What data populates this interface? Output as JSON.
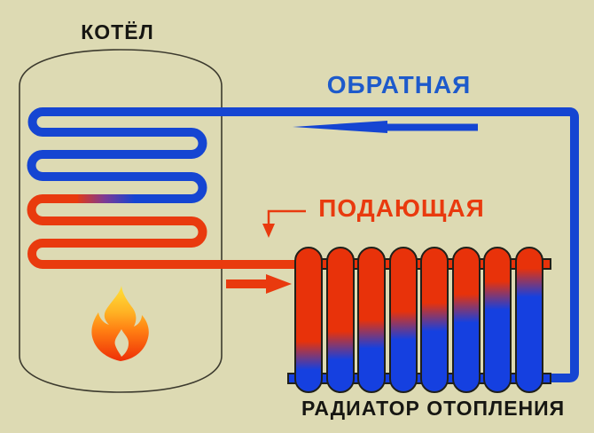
{
  "scene": {
    "background_color": "#dddab3",
    "boiler": {
      "label": "КОТЁЛ",
      "outline_color": "#3c3a2e",
      "coil_row_count": 8,
      "coil_hot_color": "#e93a0e",
      "coil_cold_color": "#1545d2"
    },
    "return_line": {
      "label": "ОБРАТНАЯ",
      "label_color": "#1d5acb",
      "pipe_color": "#1545d2",
      "flow_direction": "left"
    },
    "supply_line": {
      "label": "ПОДАЮЩАЯ",
      "label_color": "#e93a0e",
      "pipe_color": "#e93a0e",
      "flow_direction": "right"
    },
    "flame": {
      "gradient_colors": [
        "#ffe13a",
        "#ffb224",
        "#ff7d12",
        "#ee2f07"
      ]
    },
    "radiator": {
      "label": "РАДИАТОР ОТОПЛЕНИЯ",
      "hot_color": "#e8320a",
      "cold_color": "#1540e0",
      "section_count": 8,
      "section_hot_fractions": [
        0.75,
        0.68,
        0.6,
        0.54,
        0.48,
        0.42,
        0.33,
        0.24
      ]
    }
  }
}
